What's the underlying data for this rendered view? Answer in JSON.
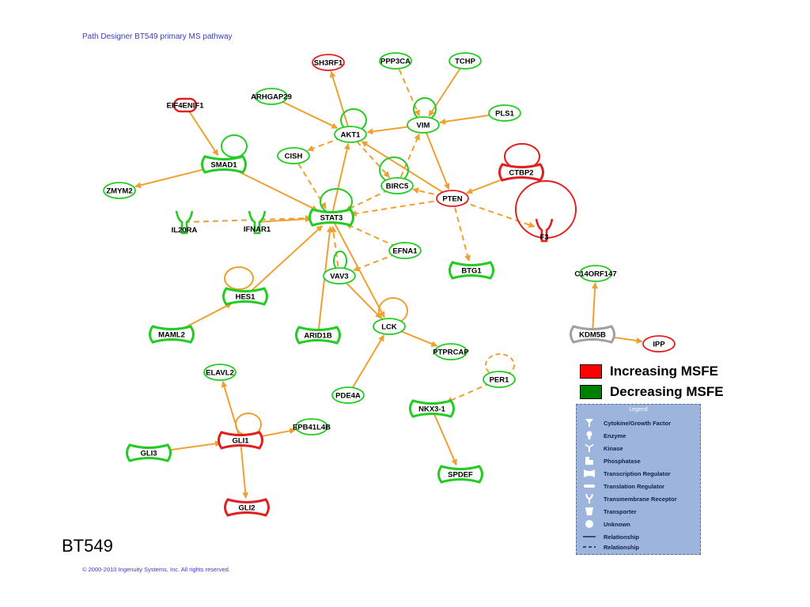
{
  "header": {
    "title": "Path Designer BT549 primary MS pathway"
  },
  "cell_line_label": "BT549",
  "copyright": "© 2000-2010 Ingenuity Systems, Inc. All rights reserved.",
  "color_key": [
    {
      "label": "Increasing MSFE",
      "color": "#ff0000"
    },
    {
      "label": "Decreasing MSFE",
      "color": "#008000"
    }
  ],
  "legend": {
    "title": "Legend",
    "items": [
      {
        "label": "Cytokine/Growth Factor",
        "icon": "cytokine-icon"
      },
      {
        "label": "Enzyme",
        "icon": "enzyme-icon"
      },
      {
        "label": "Kinase",
        "icon": "kinase-icon"
      },
      {
        "label": "Phosphatase",
        "icon": "phosphatase-icon"
      },
      {
        "label": "Transcription Regulator",
        "icon": "transcription-regulator-icon"
      },
      {
        "label": "Translation Regulator",
        "icon": "translation-regulator-icon"
      },
      {
        "label": "Transmembrane Receptor",
        "icon": "transmembrane-receptor-icon"
      },
      {
        "label": "Transporter",
        "icon": "transporter-icon"
      },
      {
        "label": "Unknown",
        "icon": "unknown-icon"
      },
      {
        "label": "Relationship",
        "icon": "solid-line-icon"
      },
      {
        "label": "Relationship",
        "icon": "dashed-line-icon"
      }
    ]
  },
  "colors": {
    "edge": "#f0a030",
    "up": "#e02020",
    "down": "#22cc22",
    "neutral": "#a0a0a0"
  },
  "nodes": [
    {
      "id": "SH3RF1",
      "label": "SH3RF1",
      "shape": "ellipse",
      "color": "up"
    },
    {
      "id": "PPP3CA",
      "label": "PPP3CA",
      "shape": "ellipse",
      "color": "down"
    },
    {
      "id": "TCHP",
      "label": "TCHP",
      "shape": "ellipse",
      "color": "down"
    },
    {
      "id": "EIF4ENIF1",
      "label": "EIF4ENIF1",
      "shape": "translation",
      "color": "up"
    },
    {
      "id": "ARHGAP29",
      "label": "ARHGAP29",
      "shape": "ellipse",
      "color": "down"
    },
    {
      "id": "PLS1",
      "label": "PLS1",
      "shape": "ellipse",
      "color": "down"
    },
    {
      "id": "AKT1",
      "label": "AKT1",
      "shape": "ellipse",
      "color": "down"
    },
    {
      "id": "VIM",
      "label": "VIM",
      "shape": "ellipse",
      "color": "down"
    },
    {
      "id": "CISH",
      "label": "CISH",
      "shape": "ellipse",
      "color": "down"
    },
    {
      "id": "SMAD1",
      "label": "SMAD1",
      "shape": "tr",
      "color": "down"
    },
    {
      "id": "CTBP2",
      "label": "CTBP2",
      "shape": "tr",
      "color": "up"
    },
    {
      "id": "BIRC5",
      "label": "BIRC5",
      "shape": "ellipse",
      "color": "down"
    },
    {
      "id": "PTEN",
      "label": "PTEN",
      "shape": "ellipse",
      "color": "up"
    },
    {
      "id": "ZMYM2",
      "label": "ZMYM2",
      "shape": "ellipse",
      "color": "down"
    },
    {
      "id": "STAT3",
      "label": "STAT3",
      "shape": "tr",
      "color": "down"
    },
    {
      "id": "IL20RA",
      "label": "IL20RA",
      "shape": "receptor",
      "color": "down"
    },
    {
      "id": "IFNAR1",
      "label": "IFNAR1",
      "shape": "receptor",
      "color": "down"
    },
    {
      "id": "F3",
      "label": "F3",
      "shape": "receptor",
      "color": "up"
    },
    {
      "id": "EFNA1",
      "label": "EFNA1",
      "shape": "ellipse",
      "color": "down"
    },
    {
      "id": "BTG1",
      "label": "BTG1",
      "shape": "tr",
      "color": "down"
    },
    {
      "id": "C14ORF147",
      "label": "C14ORF147",
      "shape": "ellipse",
      "color": "down"
    },
    {
      "id": "VAV3",
      "label": "VAV3",
      "shape": "ellipse",
      "color": "down"
    },
    {
      "id": "HES1",
      "label": "HES1",
      "shape": "tr",
      "color": "down"
    },
    {
      "id": "MAML2",
      "label": "MAML2",
      "shape": "tr",
      "color": "down"
    },
    {
      "id": "ARID1B",
      "label": "ARID1B",
      "shape": "tr",
      "color": "down"
    },
    {
      "id": "LCK",
      "label": "LCK",
      "shape": "ellipse",
      "color": "down"
    },
    {
      "id": "KDM5B",
      "label": "KDM5B",
      "shape": "tr",
      "color": "neutral"
    },
    {
      "id": "IPP",
      "label": "IPP",
      "shape": "ellipse",
      "color": "up"
    },
    {
      "id": "PTPRCAP",
      "label": "PTPRCAP",
      "shape": "ellipse",
      "color": "down"
    },
    {
      "id": "ELAVL2",
      "label": "ELAVL2",
      "shape": "ellipse",
      "color": "down"
    },
    {
      "id": "PER1",
      "label": "PER1",
      "shape": "ellipse",
      "color": "down"
    },
    {
      "id": "PDE4A",
      "label": "PDE4A",
      "shape": "ellipse",
      "color": "down"
    },
    {
      "id": "NKX3-1",
      "label": "NKX3-1",
      "shape": "tr",
      "color": "down"
    },
    {
      "id": "EPB41L4B",
      "label": "EPB41L4B",
      "shape": "ellipse",
      "color": "down"
    },
    {
      "id": "GLI1",
      "label": "GLI1",
      "shape": "tr",
      "color": "up"
    },
    {
      "id": "GLI3",
      "label": "GLI3",
      "shape": "tr",
      "color": "down"
    },
    {
      "id": "SPDEF",
      "label": "SPDEF",
      "shape": "tr",
      "color": "down"
    },
    {
      "id": "GLI2",
      "label": "GLI2",
      "shape": "tr",
      "color": "up"
    }
  ],
  "edges": [
    {
      "from": "AKT1",
      "to": "SH3RF1",
      "style": "solid"
    },
    {
      "from": "PPP3CA",
      "to": "VIM",
      "style": "dashed"
    },
    {
      "from": "TCHP",
      "to": "VIM",
      "style": "solid"
    },
    {
      "from": "ARHGAP29",
      "to": "AKT1",
      "style": "solid"
    },
    {
      "from": "PLS1",
      "to": "VIM",
      "style": "solid"
    },
    {
      "from": "VIM",
      "to": "AKT1",
      "style": "solid"
    },
    {
      "from": "AKT1",
      "to": "CISH",
      "style": "dashed"
    },
    {
      "from": "CISH",
      "to": "STAT3",
      "style": "dashed"
    },
    {
      "from": "AKT1",
      "to": "BIRC5",
      "style": "dashed"
    },
    {
      "from": "BIRC5",
      "to": "VIM",
      "style": "dashed"
    },
    {
      "from": "VIM",
      "to": "PTEN",
      "style": "solid"
    },
    {
      "from": "PTEN",
      "to": "AKT1",
      "style": "solid"
    },
    {
      "from": "CTBP2",
      "to": "PTEN",
      "style": "solid"
    },
    {
      "from": "PTEN",
      "to": "BIRC5",
      "style": "dashed"
    },
    {
      "from": "PTEN",
      "to": "STAT3",
      "style": "dashed"
    },
    {
      "from": "PTEN",
      "to": "F3",
      "style": "dashed"
    },
    {
      "from": "PTEN",
      "to": "BTG1",
      "style": "dashed"
    },
    {
      "from": "BIRC5",
      "to": "STAT3",
      "style": "dashed"
    },
    {
      "from": "EIF4ENIF1",
      "to": "SMAD1",
      "style": "solid"
    },
    {
      "from": "SMAD1",
      "to": "ZMYM2",
      "style": "solid"
    },
    {
      "from": "SMAD1",
      "to": "STAT3",
      "style": "solid"
    },
    {
      "from": "STAT3",
      "to": "AKT1",
      "style": "solid"
    },
    {
      "from": "IL20RA",
      "to": "STAT3",
      "style": "dashed"
    },
    {
      "from": "IFNAR1",
      "to": "STAT3",
      "style": "solid"
    },
    {
      "from": "EFNA1",
      "to": "STAT3",
      "style": "dashed"
    },
    {
      "from": "EFNA1",
      "to": "VAV3",
      "style": "dashed"
    },
    {
      "from": "VAV3",
      "to": "STAT3",
      "style": "dashed"
    },
    {
      "from": "HES1",
      "to": "STAT3",
      "style": "solid"
    },
    {
      "from": "MAML2",
      "to": "HES1",
      "style": "solid"
    },
    {
      "from": "ARID1B",
      "to": "STAT3",
      "style": "solid"
    },
    {
      "from": "STAT3",
      "to": "LCK",
      "style": "solid"
    },
    {
      "from": "VAV3",
      "to": "LCK",
      "style": "solid"
    },
    {
      "from": "LCK",
      "to": "PTPRCAP",
      "style": "solid"
    },
    {
      "from": "PDE4A",
      "to": "LCK",
      "style": "solid"
    },
    {
      "from": "KDM5B",
      "to": "C14ORF147",
      "style": "solid"
    },
    {
      "from": "KDM5B",
      "to": "IPP",
      "style": "solid"
    },
    {
      "from": "PER1",
      "to": "NKX3-1",
      "style": "dashed"
    },
    {
      "from": "NKX3-1",
      "to": "SPDEF",
      "style": "solid"
    },
    {
      "from": "GLI1",
      "to": "ELAVL2",
      "style": "solid"
    },
    {
      "from": "GLI1",
      "to": "EPB41L4B",
      "style": "solid"
    },
    {
      "from": "GLI3",
      "to": "GLI1",
      "style": "solid"
    },
    {
      "from": "GLI1",
      "to": "GLI2",
      "style": "solid"
    }
  ],
  "self_loops": [
    "AKT1",
    "VIM",
    "SMAD1",
    "CTBP2",
    "BIRC5",
    "STAT3",
    "F3",
    "VAV3",
    "HES1",
    "LCK",
    "PER1",
    "GLI1"
  ]
}
